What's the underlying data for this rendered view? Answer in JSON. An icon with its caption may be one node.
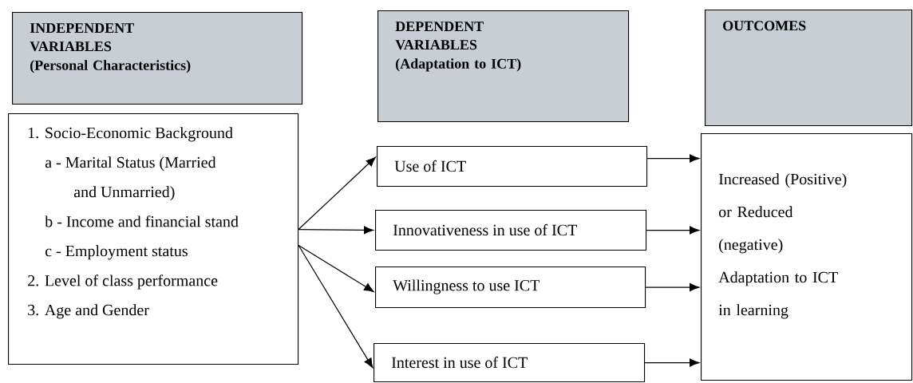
{
  "diagram": {
    "nodes": [
      {
        "text": [
          "INDEPENDENT VARIABLES",
          "(Personal Characteristics)"
        ]
      },
      {
        "text": [
          "1. Socio-Economic Background",
          "a - Marital Status (Married and Unmarried)",
          "b - Income and financial stand",
          "c - Employment status",
          "2. Level of class performance",
          "3. Age and Gender"
        ]
      },
      {
        "text": [
          "DEPENDENT VARIABLES",
          "(Adaptation to ICT)"
        ]
      },
      {
        "text": [
          "OUTCOMES"
        ]
      },
      {
        "text": [
          "Use of ICT"
        ]
      },
      {
        "text": [
          "Innovativeness in use of ICT"
        ]
      },
      {
        "text": [
          "Willingness to use ICT"
        ]
      },
      {
        "text": [
          "Interest in use of ICT"
        ]
      },
      {
        "text": [
          "Increased (Positive) or Reduced (negative) Adaptation to ICT in learning"
        ]
      }
    ],
    "edges": [
      {
        "from": 1,
        "to": 4,
        "arrow": "to"
      },
      {
        "from": 1,
        "to": 5,
        "arrow": "to"
      },
      {
        "from": 1,
        "to": 6,
        "arrow": "to"
      },
      {
        "from": 1,
        "to": 7,
        "arrow": "to"
      },
      {
        "from": 4,
        "to": 8,
        "arrow": "to"
      },
      {
        "from": 5,
        "to": 8,
        "arrow": "to"
      },
      {
        "from": 6,
        "to": 8,
        "arrow": "to"
      },
      {
        "from": 7,
        "to": 8,
        "arrow": "to"
      }
    ]
  }
}
